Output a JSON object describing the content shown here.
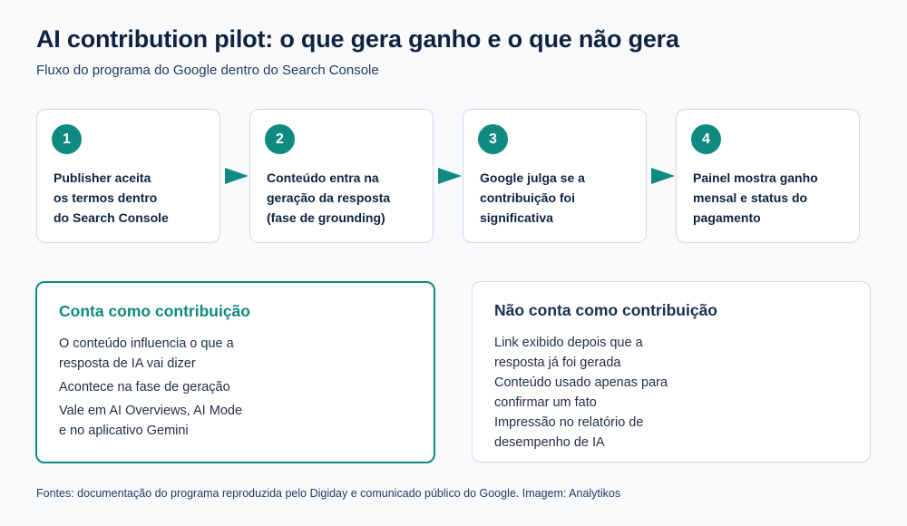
{
  "header": {
    "title": "AI contribution pilot: o que gera ganho e o que não gera",
    "subtitle": "Fluxo do programa do Google dentro do Search Console"
  },
  "steps": [
    {
      "number": "1",
      "lines": [
        "Publisher aceita",
        "os termos dentro",
        "do Search Console"
      ]
    },
    {
      "number": "2",
      "lines": [
        "Conteúdo entra na",
        "geração da resposta",
        "(fase de grounding)"
      ]
    },
    {
      "number": "3",
      "lines": [
        "Google julga se a",
        "contribuição foi",
        "significativa"
      ]
    },
    {
      "number": "4",
      "lines": [
        "Painel mostra ganho",
        "mensal e status do",
        "pagamento"
      ]
    }
  ],
  "counts": {
    "heading": "Conta como contribuição",
    "items": [
      [
        "O conteúdo influencia o que a",
        "resposta de IA vai dizer"
      ],
      [
        "Acontece na fase de geração"
      ],
      [
        "Vale em AI Overviews, AI Mode",
        "e no aplicativo Gemini"
      ]
    ]
  },
  "not_counts": {
    "heading": "Não conta como contribuição",
    "items": [
      [
        "Link exibido depois que a",
        "resposta já foi gerada"
      ],
      [
        "Conteúdo usado apenas para",
        "confirmar um fato"
      ],
      [
        "Impressão no relatório de",
        "desempenho de IA"
      ]
    ]
  },
  "footer": {
    "sources": "Fontes: documentação do programa reproduzida pelo Digiday e comunicado público do Google. Imagem: Analytikos"
  },
  "colors": {
    "accent": "#0f8a80",
    "navy": "#0f2340",
    "border": "#d3dae3"
  }
}
